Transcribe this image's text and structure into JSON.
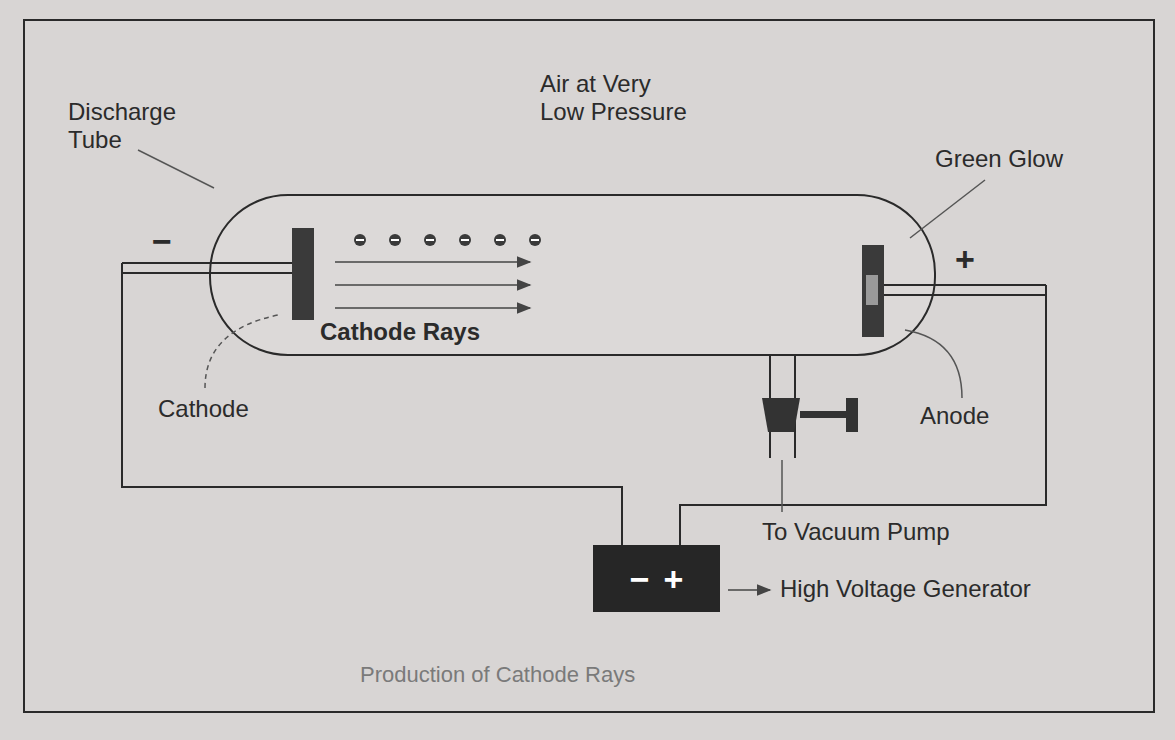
{
  "diagram": {
    "caption": "Production of Cathode Rays",
    "nodes": [
      {
        "text": [
          "−",
          "+"
        ]
      }
    ],
    "labels": [
      "Discharge Tube",
      "Air at Very Low Pressure",
      "Green Glow",
      "−",
      "+",
      "Cathode Rays",
      "Cathode",
      "Anode",
      "To Vacuum Pump",
      "High Voltage Generator"
    ]
  }
}
